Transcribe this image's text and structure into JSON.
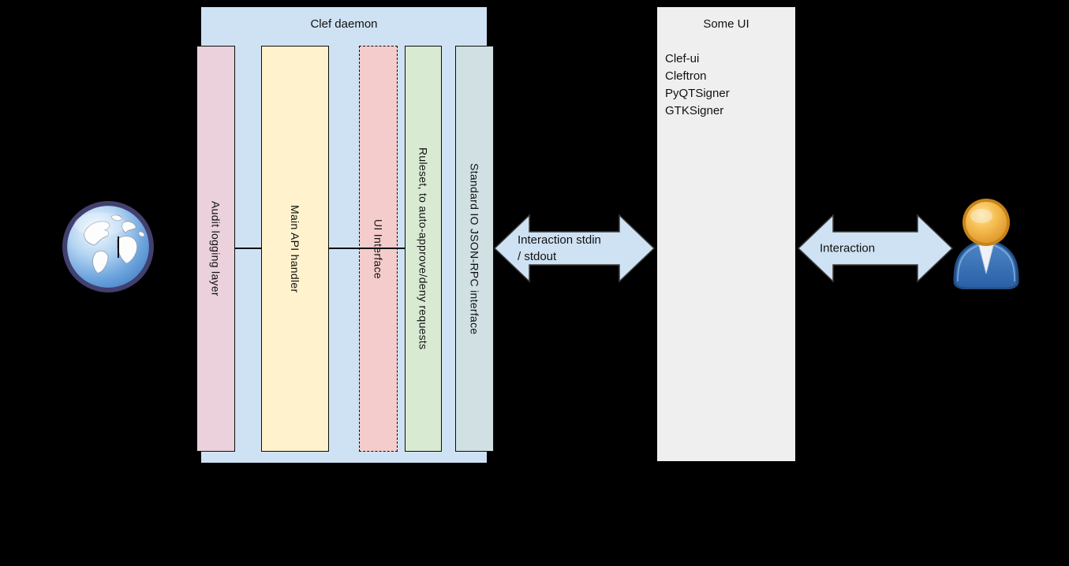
{
  "background_color": "#000000",
  "clef_daemon": {
    "title": "Clef daemon",
    "box_color": "#cfe2f3",
    "layers": [
      {
        "label": "Audit logging layer",
        "color": "#ead1dc",
        "border": "solid"
      },
      {
        "label": "Main API handler",
        "color": "#fff2cc",
        "border": "solid"
      },
      {
        "label": "UI Interface",
        "color": "#f4cccc",
        "border": "dashed"
      },
      {
        "label": "Ruleset, to auto-approve/deny requests",
        "color": "#d9ead3",
        "border": "solid"
      },
      {
        "label": "Standard IO JSON-RPC interface",
        "color": "#d0e0e3",
        "border": "solid"
      }
    ]
  },
  "some_ui": {
    "title": "Some UI",
    "box_color": "#efefef",
    "items": [
      "Clef-ui",
      "Cleftron",
      "PyQTSigner",
      "GTKSigner"
    ]
  },
  "arrows": {
    "fill_color": "#cfe2f3",
    "stroke_color": "#3d3d3d",
    "stdio": {
      "line1": "Interaction stdin",
      "line2": "/ stdout"
    },
    "user": {
      "line1": "Interaction"
    }
  },
  "icons": {
    "left_endpoint": "globe-icon",
    "right_endpoint": "user-icon"
  }
}
